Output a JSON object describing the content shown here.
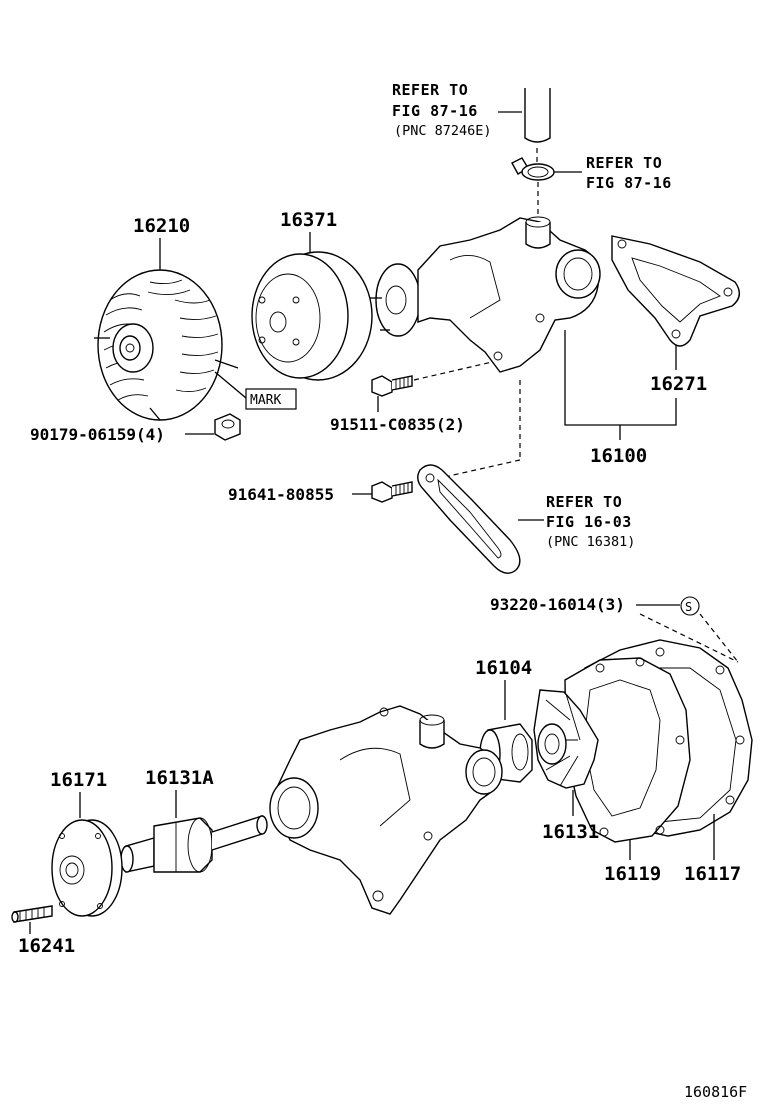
{
  "labels": {
    "refer_top_1": "REFER TO",
    "refer_top_2": "FIG 87-16",
    "refer_top_pnc": "(PNC 87246E)",
    "refer_clamp_1": "REFER TO",
    "refer_clamp_2": "FIG 87-16",
    "p16210": "16210",
    "p16371": "16371",
    "mark": "MARK",
    "p90179": "90179-06159(4)",
    "p91511": "91511-C0835(2)",
    "p16271": "16271",
    "p16100": "16100",
    "p91641": "91641-80855",
    "refer_bracket_1": "REFER TO",
    "refer_bracket_2": "FIG 16-03",
    "refer_bracket_pnc": "(PNC 16381)",
    "p93220": "93220-16014(3)",
    "s_symbol": "S",
    "p16104": "16104",
    "p16171": "16171",
    "p16131A": "16131A",
    "p16131": "16131",
    "p16119": "16119",
    "p16117": "16117",
    "p16241": "16241",
    "figure_code": "160816F"
  }
}
